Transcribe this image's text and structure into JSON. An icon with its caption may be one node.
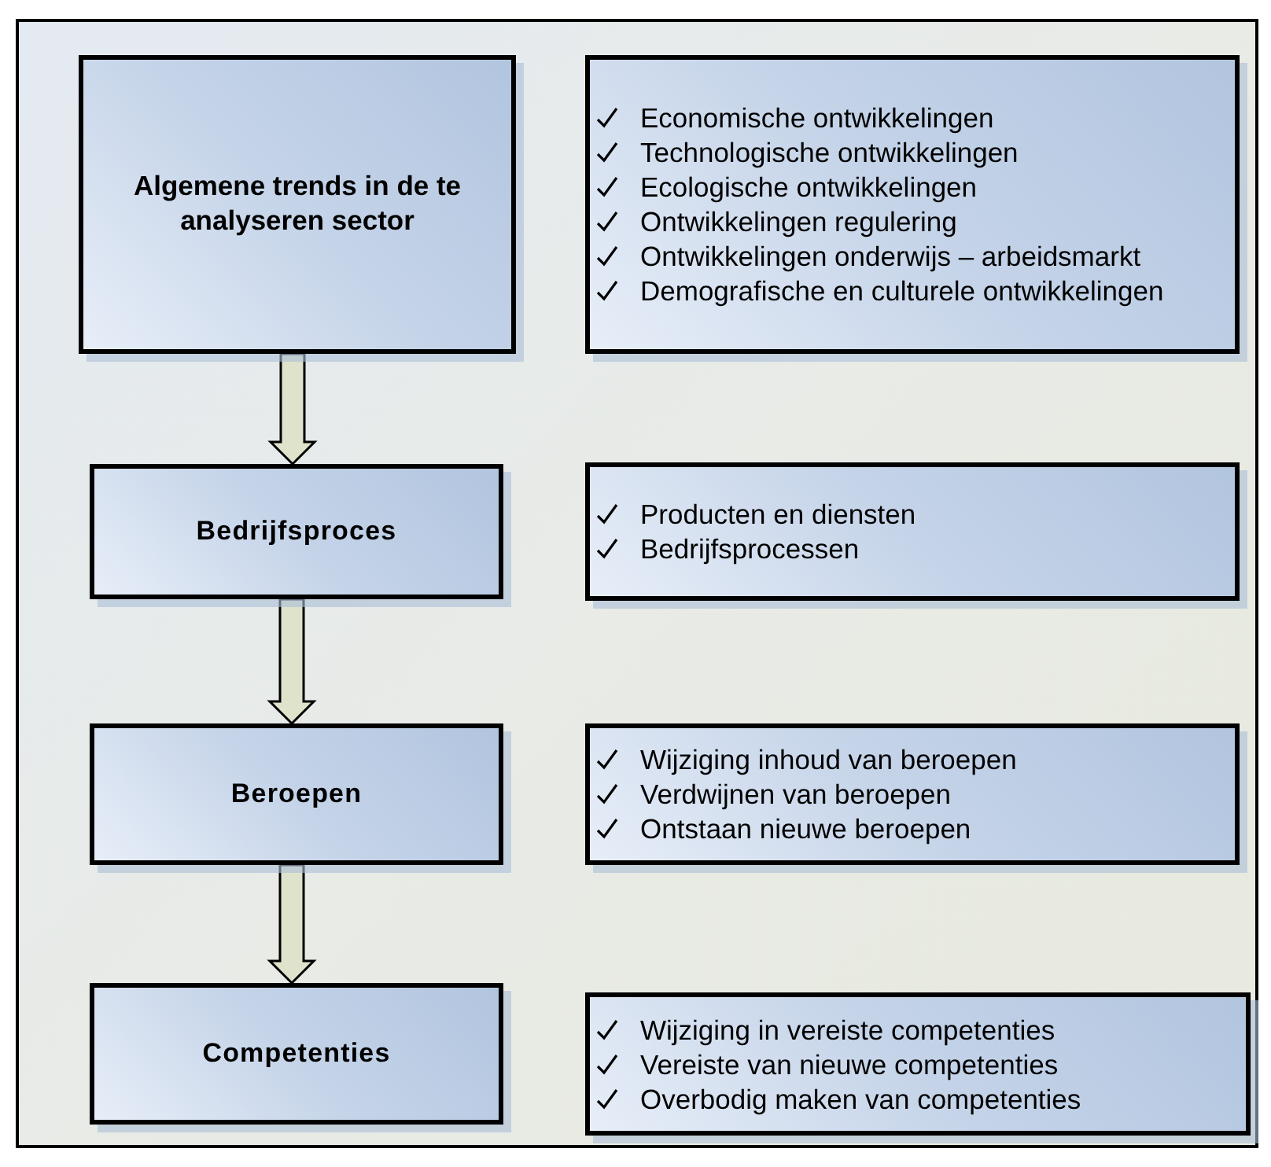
{
  "diagram": {
    "nodes": [
      {
        "text": [
          "Algemene trends in de te analyseren sector"
        ]
      },
      {
        "text": [
          "Bedrijfsproces"
        ]
      },
      {
        "text": [
          "Beroepen"
        ]
      },
      {
        "text": [
          "Competenties"
        ]
      },
      {
        "text": [
          "Economische ontwikkelingen",
          "Technologische ontwikkelingen",
          "Ecologische ontwikkelingen",
          "Ontwikkelingen regulering",
          "Ontwikkelingen onderwijs – arbeidsmarkt",
          "Demografische en culturele ontwikkelingen"
        ]
      },
      {
        "text": [
          "Producten en diensten",
          "Bedrijfsprocessen"
        ]
      },
      {
        "text": [
          "Wijziging inhoud van beroepen",
          "Verdwijnen van beroepen",
          "Ontstaan nieuwe beroepen"
        ]
      },
      {
        "text": [
          "Wijziging in vereiste competenties",
          "Vereiste van nieuwe competenties",
          "Overbodig maken van competenties"
        ]
      }
    ],
    "edges": [
      {
        "from": 0,
        "to": 1,
        "arrow": "to"
      },
      {
        "from": 1,
        "to": 2,
        "arrow": "to"
      },
      {
        "from": 2,
        "to": 3,
        "arrow": "to"
      }
    ]
  }
}
